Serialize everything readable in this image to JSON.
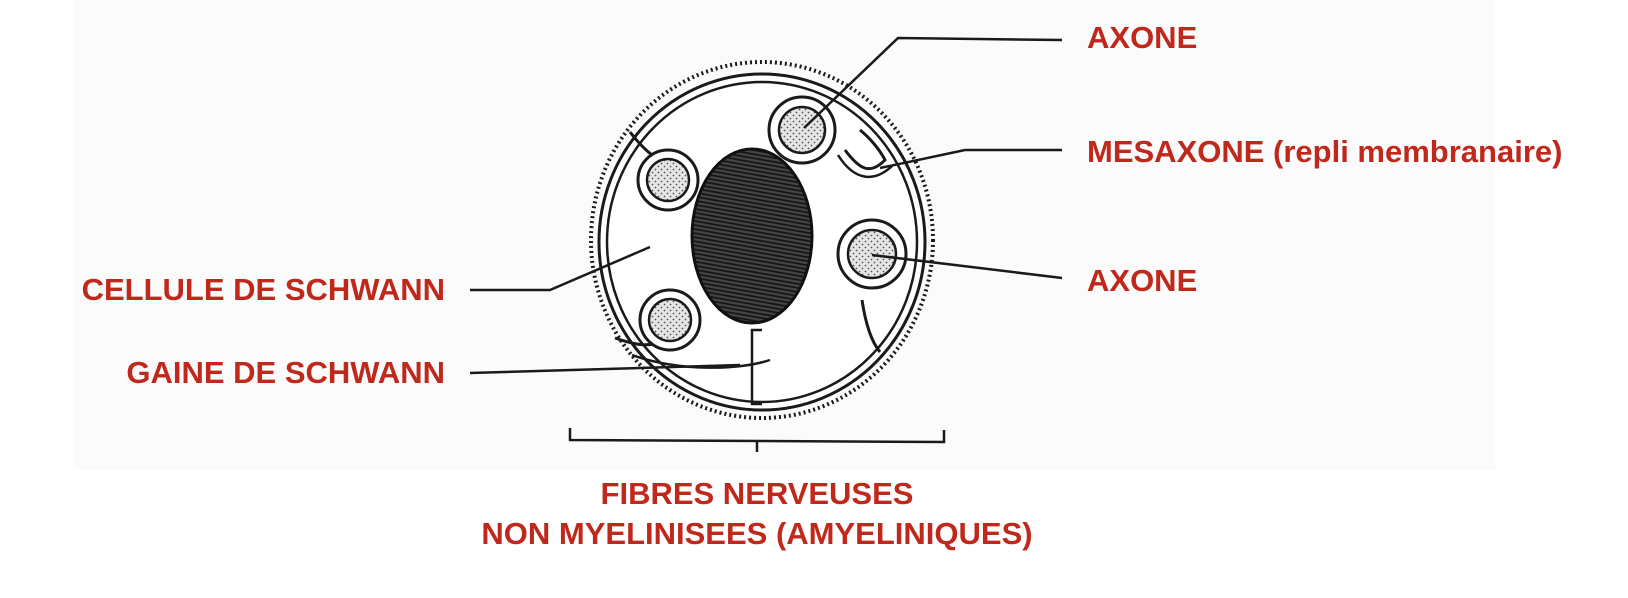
{
  "colors": {
    "label_color": "#c0281c",
    "line_color": "#1a1a1a",
    "axon_fill": "#cfcfcf",
    "nucleus_fill": "#2c2c2c"
  },
  "labels": {
    "axone_top": "AXONE",
    "mesaxone": "MESAXONE (repli membranaire)",
    "axone_right": "AXONE",
    "cellule": "CELLULE DE SCHWANN",
    "gaine": "GAINE DE SCHWANN",
    "fibres_line1": "FIBRES NERVEUSES",
    "fibres_line2": "NON MYELINISEES (AMYELINIQUES)"
  }
}
